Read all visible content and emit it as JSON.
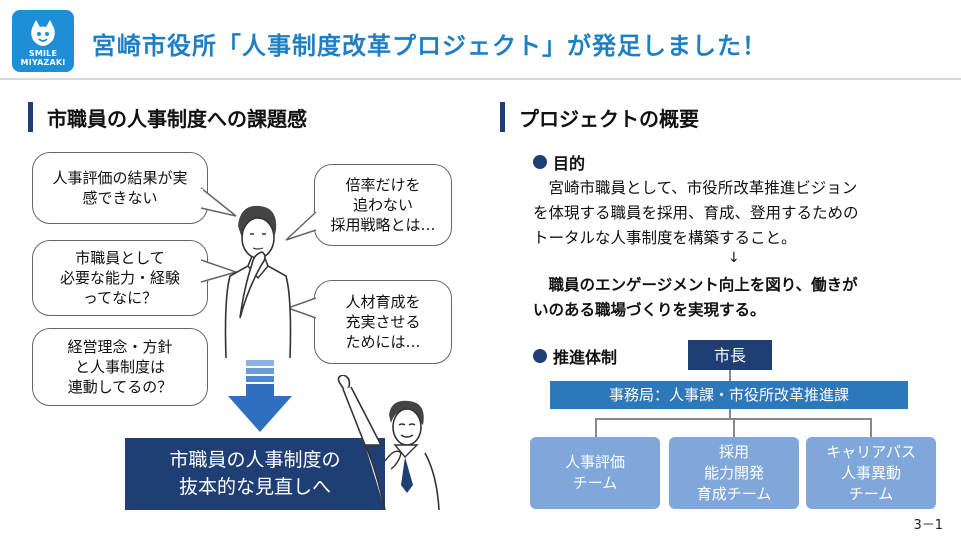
{
  "logo": {
    "line1": "SMILE",
    "line2": "MIYAZAKI"
  },
  "header": {
    "title": "宮崎市役所「人事制度改革プロジェクト」が発足しました！"
  },
  "left": {
    "heading": "市職員の人事制度への課題感",
    "bubbles": [
      {
        "lines": [
          "人事評価の結果が実",
          "感できない"
        ]
      },
      {
        "lines": [
          "市職員として",
          "必要な能力・経験",
          "ってなに？"
        ]
      },
      {
        "lines": [
          "経営理念・方針",
          "と人事制度は",
          "連動してるの？"
        ]
      },
      {
        "lines": [
          "倍率だけを",
          "追わない",
          "採用戦略とは…"
        ]
      },
      {
        "lines": [
          "人材育成を",
          "充実させる",
          "ためには…"
        ]
      }
    ],
    "conclusion": {
      "line1": "市職員の人事制度の",
      "line2": "抜本的な見直しへ"
    }
  },
  "right": {
    "heading": "プロジェクトの概要",
    "purpose": {
      "title": "目的",
      "lines": [
        "　宮崎市職員として、市役所改革推進ビジョン",
        "を体現する職員を採用、育成、登用するための",
        "トータルな人事制度を構築すること。"
      ],
      "arrow": "↓",
      "bold_lines": [
        "　職員のエンゲージメント向上を図り、働きが",
        "いのある職場づくりを実現する。"
      ]
    },
    "structure": {
      "title": "推進体制",
      "mayor": "市長",
      "office": "事務局：人事課・市役所改革推進課",
      "teams": [
        {
          "lines": [
            "人事評価",
            "チーム"
          ]
        },
        {
          "lines": [
            "採用",
            "能力開発",
            "育成チーム"
          ]
        },
        {
          "lines": [
            "キャリアパス",
            "人事異動",
            "チーム"
          ]
        }
      ]
    }
  },
  "page_number": "3－1",
  "colors": {
    "accent_blue": "#1f7fc4",
    "navy": "#1f3e73",
    "mid_blue": "#2e78b9",
    "light_blue": "#7fa7d9"
  }
}
